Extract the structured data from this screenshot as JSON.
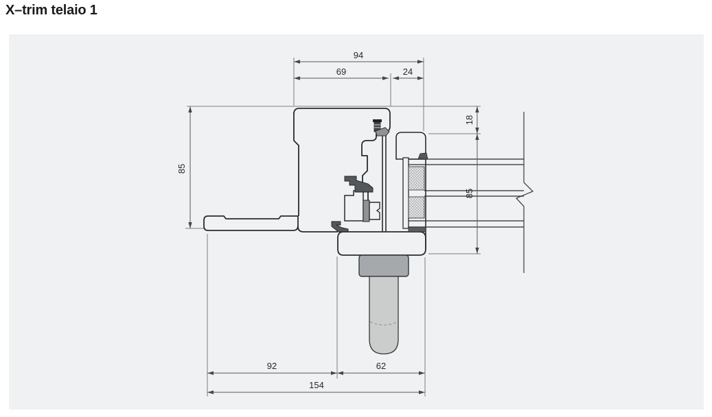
{
  "title": "X–trim telaio 1",
  "panel": {
    "background": "#f0f1f2"
  },
  "drawing": {
    "type": "technical-cross-section",
    "line_color": "#2b2b2b",
    "dimension_line_color": "#55575a",
    "gasket_color": "#54585c",
    "hardware_gray": "#969a9d",
    "anchor_head_color": "#a6a9ab",
    "screw_shaft_color": "#cbcdcd",
    "dimensions": {
      "top_total": "94",
      "top_left": "69",
      "top_right": "24",
      "left_height": "85",
      "right_offset": "18",
      "right_height": "85",
      "bottom_left": "92",
      "bottom_right": "62",
      "bottom_total": "154"
    }
  }
}
